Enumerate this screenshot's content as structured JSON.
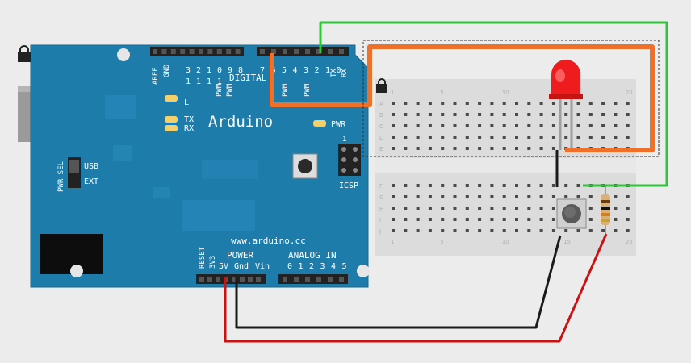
{
  "board": {
    "brand": "Arduino",
    "url": "www.arduino.cc",
    "power_header": "POWER",
    "analog_header": "ANALOG IN",
    "digital_header": "DIGITAL",
    "aref": "AREF",
    "gnd": "GND",
    "digital_pins_upper": [
      "1",
      "1",
      "1",
      "1",
      "9",
      "8"
    ],
    "digital_pins_upper2": [
      "3",
      "2",
      "1",
      "0"
    ],
    "digital_pins_lower": [
      "7",
      "6",
      "5",
      "4",
      "3",
      "2",
      "1",
      "0"
    ],
    "pwm": "PWM",
    "tx": "TX",
    "rx": "RX",
    "led_l": "L",
    "led_tx": "TX",
    "led_rx": "RX",
    "pwr_led": "PWR",
    "icsp": "ICSP",
    "icsp_pin1": "1",
    "pwr_sel": "PWR SEL",
    "usb": "USB",
    "ext": "EXT",
    "reset": "RESET",
    "pin_3v3": "3V3",
    "pin_5v": "5V",
    "pin_gnd": "Gnd",
    "pin_vin": "Vin",
    "analog_pins": [
      "0",
      "1",
      "2",
      "3",
      "4",
      "5"
    ]
  },
  "breadboard": {
    "top_rows": [
      "A",
      "B",
      "C",
      "D",
      "E"
    ],
    "bottom_rows": [
      "F",
      "G",
      "H",
      "I",
      "J"
    ],
    "column_numbers": [
      "1",
      "5",
      "10",
      "15",
      "20"
    ]
  },
  "colors": {
    "board": "#1e7cab",
    "wire_orange": "#f0702a",
    "wire_green": "#2fc43a",
    "wire_black": "#1a1a1a",
    "wire_red": "#cc1111",
    "led": "#ee1c1c"
  }
}
